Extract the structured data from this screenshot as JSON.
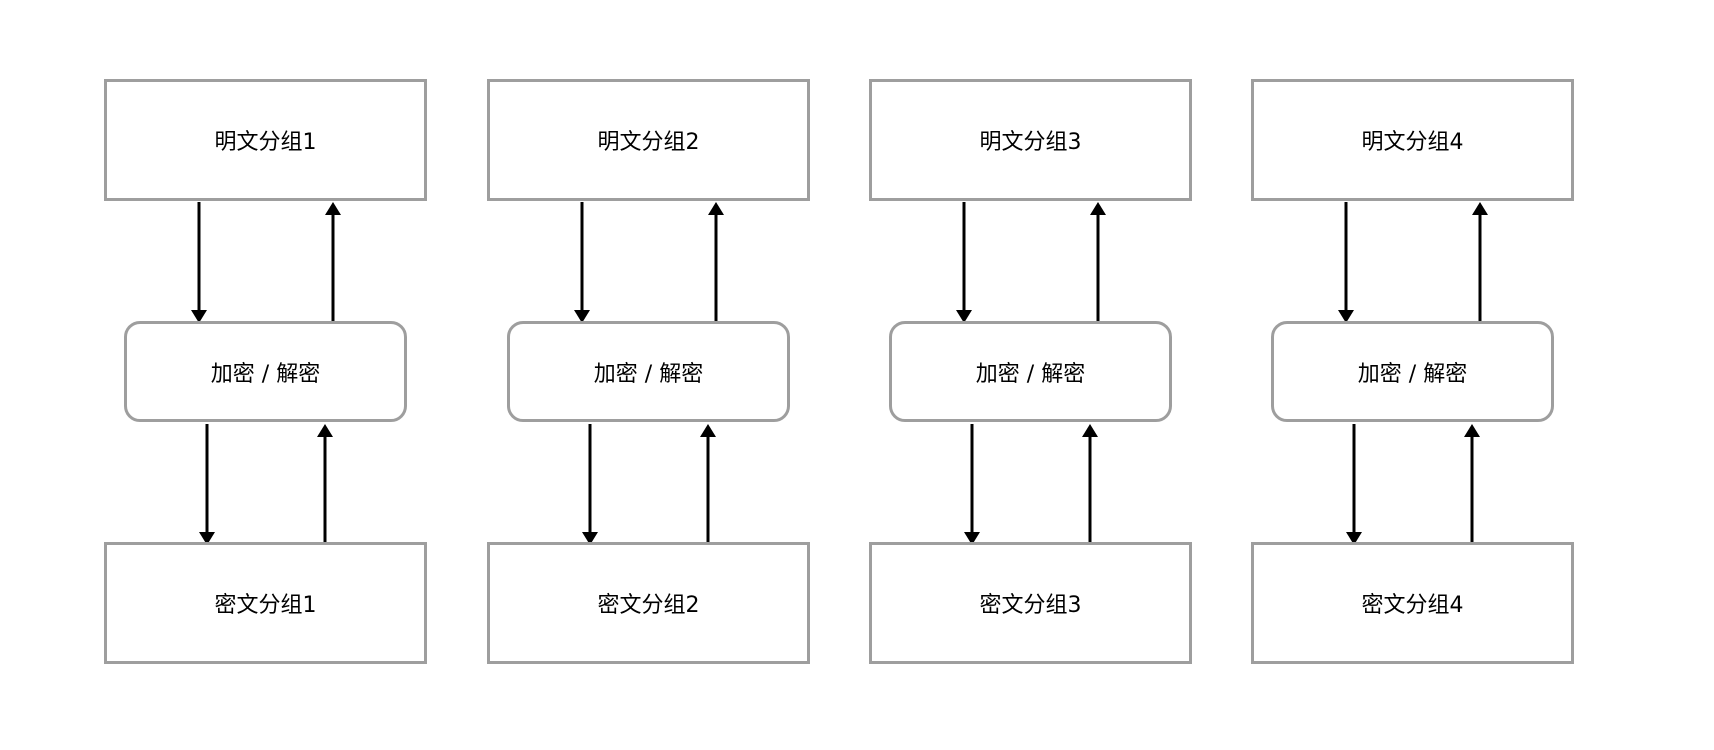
{
  "groups": [
    {
      "plaintext": "明文分组1",
      "process": "加密 / 解密",
      "ciphertext": "密文分组1"
    },
    {
      "plaintext": "明文分组2",
      "process": "加密 / 解密",
      "ciphertext": "密文分组2"
    },
    {
      "plaintext": "明文分组3",
      "process": "加密 / 解密",
      "ciphertext": "密文分组3"
    },
    {
      "plaintext": "明文分组4",
      "process": "加密 / 解密",
      "ciphertext": "密文分组4"
    }
  ],
  "colors": {
    "box_border": "#9e9e9e",
    "arrow": "#000000",
    "background": "#ffffff"
  }
}
